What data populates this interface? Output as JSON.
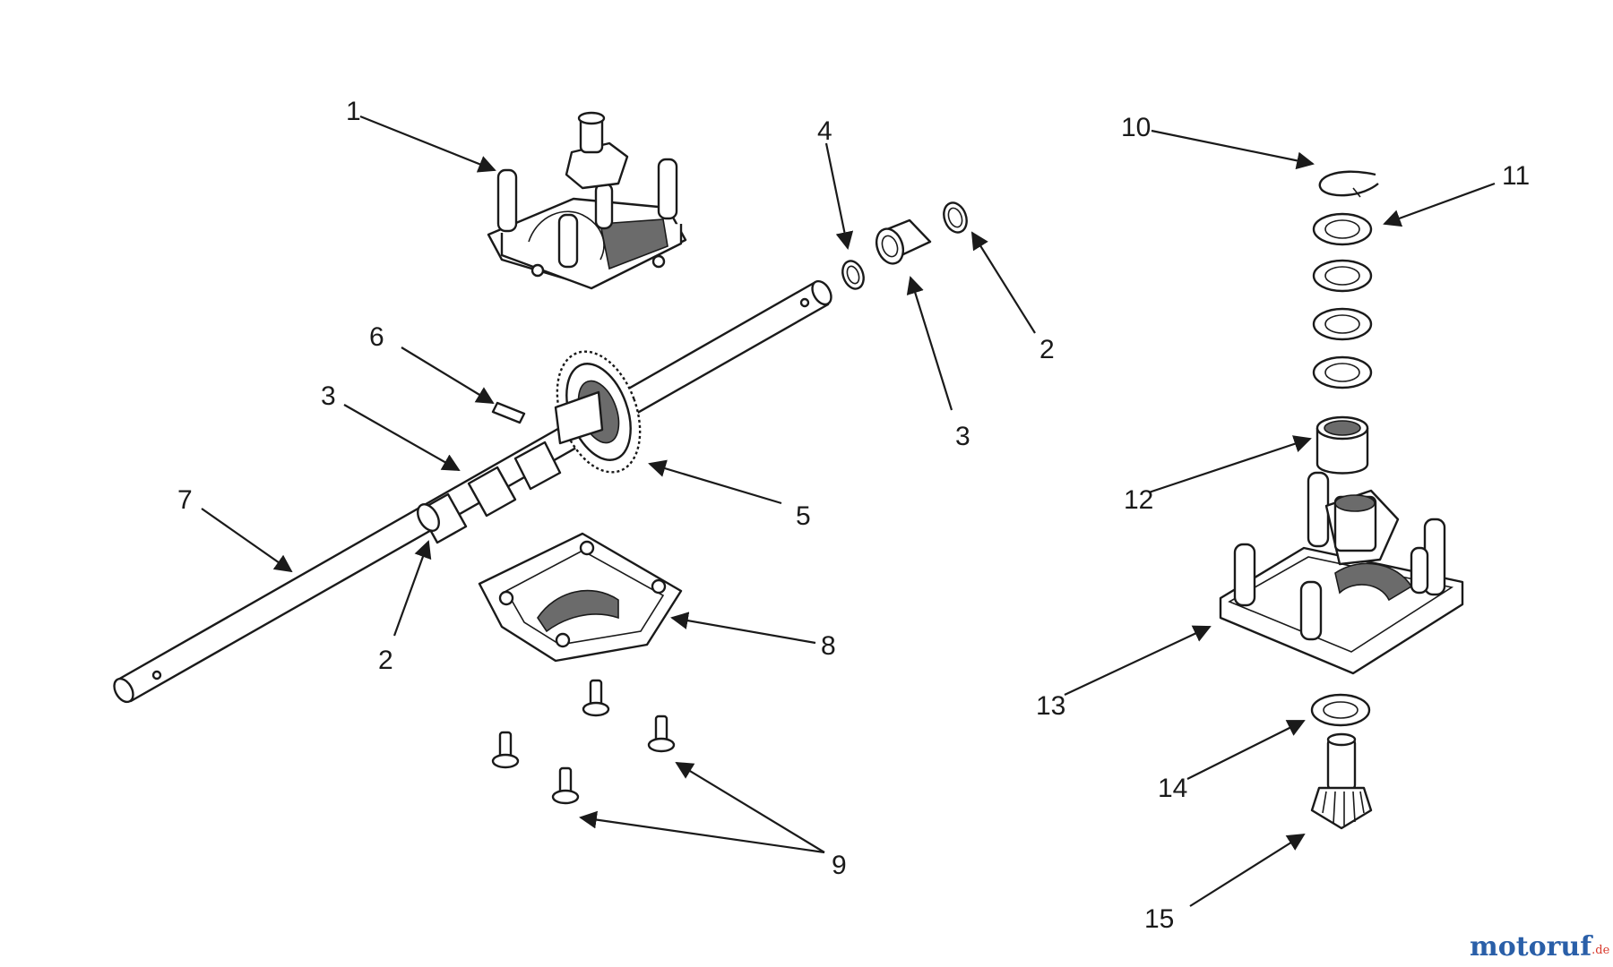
{
  "callouts": [
    {
      "id": "1",
      "text": "1"
    },
    {
      "id": "4",
      "text": "4"
    },
    {
      "id": "2a",
      "text": "2"
    },
    {
      "id": "3a",
      "text": "3"
    },
    {
      "id": "10",
      "text": "10"
    },
    {
      "id": "11",
      "text": "11"
    },
    {
      "id": "6",
      "text": "6"
    },
    {
      "id": "3b",
      "text": "3"
    },
    {
      "id": "5",
      "text": "5"
    },
    {
      "id": "7",
      "text": "7"
    },
    {
      "id": "2b",
      "text": "2"
    },
    {
      "id": "8",
      "text": "8"
    },
    {
      "id": "12",
      "text": "12"
    },
    {
      "id": "13",
      "text": "13"
    },
    {
      "id": "14",
      "text": "14"
    },
    {
      "id": "15",
      "text": "15"
    },
    {
      "id": "9",
      "text": "9"
    }
  ],
  "watermark": {
    "main": "motoruf",
    "suffix": ".de",
    "color_primary": "#2a5fa8",
    "color_accent": "#d8382b"
  }
}
